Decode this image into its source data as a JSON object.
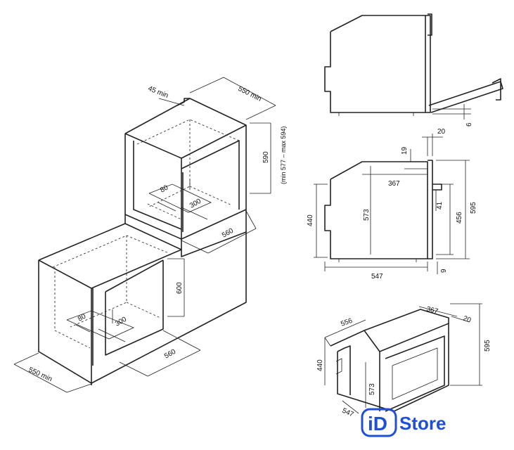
{
  "installation": {
    "upper": {
      "depth_min": "550 min",
      "gap_min": "45 min",
      "height": "590",
      "height_range": "(min 577 – max 594)",
      "vent_a": "80",
      "vent_b": "300",
      "width": "560"
    },
    "lower": {
      "depth_min": "550 min",
      "height": "600",
      "vent_a": "80",
      "vent_b": "300",
      "width": "560"
    }
  },
  "oven": {
    "door_clearance": "6",
    "door_depth": "20",
    "top_offset": "19",
    "top_length": "367",
    "inner_height": "573",
    "body_height": "440",
    "panel_height": "456",
    "total_height": "595",
    "offset_41": "41",
    "bottom_gap": "9",
    "depth": "547"
  },
  "perspective": {
    "depth": "556",
    "top": "367",
    "door": "20",
    "height_total": "595",
    "height_body": "440",
    "inner": "573",
    "depth_bottom": "547"
  },
  "brand": {
    "logo_text": "iD",
    "store_text": "Store",
    "color": "#1f4fd8"
  }
}
